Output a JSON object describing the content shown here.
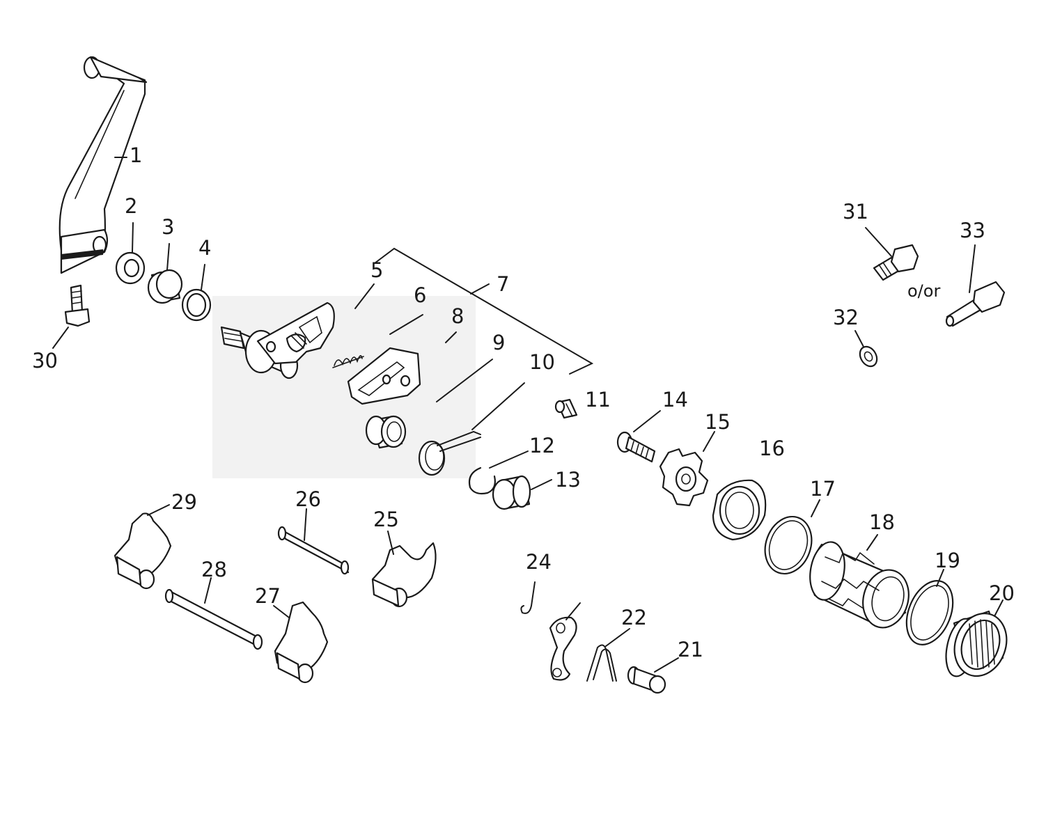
{
  "diagram": {
    "labels": {
      "p1": "1",
      "p2": "2",
      "p3": "3",
      "p4": "4",
      "p5": "5",
      "p6": "6",
      "p7": "7",
      "p8": "8",
      "p9": "9",
      "p10": "10",
      "p11": "11",
      "p12": "12",
      "p13": "13",
      "p14": "14",
      "p15": "15",
      "p16": "16",
      "p17": "17",
      "p18": "18",
      "p19": "19",
      "p20": "20",
      "p21": "21",
      "p22": "22",
      "p24": "24",
      "p25": "25",
      "p26": "26",
      "p27": "27",
      "p28": "28",
      "p29": "29",
      "p30": "30",
      "p31": "31",
      "p32": "32",
      "p33": "33"
    },
    "alt_text": "o/or"
  }
}
